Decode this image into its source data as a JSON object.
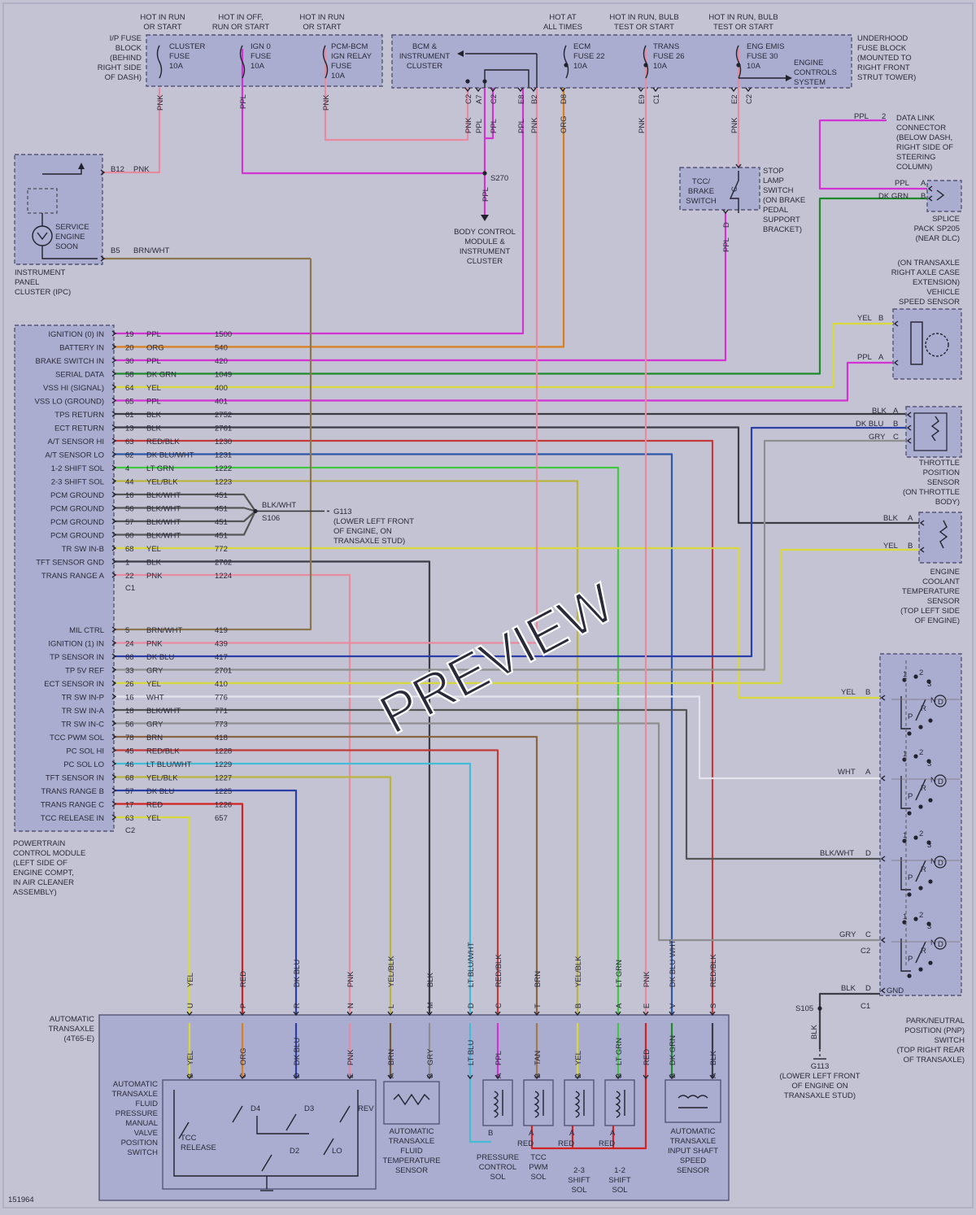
{
  "colors": {
    "PPL": "#d433d4",
    "PNK": "#e78c9e",
    "ORG": "#d9801a",
    "DKGRN": "#1f8a2a",
    "YEL": "#d8d83a",
    "BLK": "#3c3c46",
    "RED": "#d22222",
    "DKBLUWHT": "#2f59a6",
    "LTGRN": "#44c844",
    "YELBLK": "#bcb441",
    "BLKWHT": "#555555",
    "BRNWHT": "#8c7650",
    "DKBLU": "#2a3fa8",
    "GRY": "#8e8e8e",
    "WHT": "#e4e4ee",
    "BRN": "#8a6440",
    "REDBLK": "#c23a3a",
    "LTBLUWHT": "#44bcd8",
    "BRN2": "#7a5a30",
    "TAN": "#a07a4a"
  },
  "labels": {
    "fuse_hot1": "HOT IN RUN",
    "fuse_hot1b": "OR START",
    "fuse_hot2": "HOT IN OFF,",
    "fuse_hot2b": "RUN OR START",
    "fuse_hot3": "HOT IN RUN",
    "fuse_hot3b": "OR START",
    "fuse_hot4": "HOT AT",
    "fuse_hot4b": "ALL TIMES",
    "fuse_hot5": "HOT IN RUN, BULB",
    "fuse_hot5b": "TEST OR START",
    "fuse_hot6": "HOT IN RUN, BULB",
    "fuse_hot6b": "TEST OR START",
    "ip_fuse": [
      "I/P FUSE",
      "BLOCK",
      "(BEHIND",
      "RIGHT SIDE",
      "OF DASH)"
    ],
    "cluster_fuse": [
      "CLUSTER",
      "FUSE",
      "10A"
    ],
    "ign0_fuse": [
      "IGN 0",
      "FUSE",
      "10A"
    ],
    "pcm_bcm_fuse": [
      "PCM-BCM",
      "IGN RELAY",
      "FUSE",
      "10A"
    ],
    "bcm_cluster": [
      "BCM &",
      "INSTRUMENT",
      "CLUSTER"
    ],
    "ecm_fuse": [
      "ECM",
      "FUSE 22",
      "10A"
    ],
    "trans_fuse": [
      "TRANS",
      "FUSE 26",
      "10A"
    ],
    "eng_emis_fuse": [
      "ENG EMIS",
      "FUSE 30",
      "10A"
    ],
    "engine_controls": [
      "ENGINE",
      "CONTROLS",
      "SYSTEM"
    ],
    "underhood": [
      "UNDERHOOD",
      "FUSE BLOCK",
      "(MOUNTED TO",
      "RIGHT FRONT",
      "STRUT TOWER)"
    ],
    "ipc": [
      "INSTRUMENT",
      "PANEL",
      "CLUSTER (IPC)"
    ],
    "service_engine": [
      "SERVICE",
      "ENGINE",
      "SOON"
    ],
    "b12": "B12",
    "b5": "B5",
    "pnk": "PNK",
    "brnwht": "BRN/WHT",
    "s270": "S270",
    "body_control": [
      "BODY CONTROL",
      "MODULE &",
      "INSTRUMENT",
      "CLUSTER"
    ],
    "tcc_brake": [
      "TCC/",
      "BRAKE",
      "SWITCH"
    ],
    "stop_lamp": [
      "STOP",
      "LAMP",
      "SWITCH",
      "(ON BRAKE",
      "PEDAL",
      "SUPPORT",
      "BRACKET)"
    ],
    "dlc": [
      "DATA LINK",
      "CONNECTOR",
      "(BELOW DASH,",
      "RIGHT SIDE OF",
      "STEERING",
      "COLUMN)"
    ],
    "splice": [
      "SPLICE",
      "PACK SP205",
      "(NEAR DLC)"
    ],
    "vss": [
      "(ON TRANSAXLE",
      "RIGHT AXLE CASE",
      "EXTENSION)",
      "VEHICLE",
      "SPEED SENSOR"
    ],
    "tps": [
      "THROTTLE",
      "POSITION",
      "SENSOR",
      "(ON THROTTLE",
      "BODY)"
    ],
    "ect": [
      "ENGINE",
      "COOLANT",
      "TEMPERATURE",
      "SENSOR",
      "(TOP LEFT SIDE",
      "OF ENGINE)"
    ],
    "pnp": [
      "PARK/NEUTRAL",
      "POSITION (PNP)",
      "SWITCH",
      "(TOP RIGHT REAR",
      "OF TRANSAXLE)"
    ],
    "g113_top": [
      "G113",
      "(LOWER LEFT FRONT",
      "OF ENGINE, ON",
      "TRANSAXLE STUD)"
    ],
    "g113_bot": [
      "G113",
      "(LOWER LEFT FRONT",
      "OF ENGINE ON",
      "TRANSAXLE STUD)"
    ],
    "s106": "S106",
    "s105": "S105",
    "pcm": [
      "POWERTRAIN",
      "CONTROL MODULE",
      "(LEFT SIDE OF",
      "ENGINE COMPT,",
      "IN AIR CLEANER",
      "ASSEMBLY)"
    ],
    "c1": "C1",
    "c2": "C2",
    "gnd": "GND",
    "auto_trans": [
      "AUTOMATIC",
      "TRANSAXLE",
      "(4T65-E)"
    ],
    "atfp": [
      "AUTOMATIC",
      "TRANSAXLE",
      "FLUID",
      "PRESSURE",
      "MANUAL",
      "VALVE",
      "POSITION",
      "SWITCH"
    ],
    "tcc_release": [
      "TCC",
      "RELEASE"
    ],
    "d4": "D4",
    "d3": "D3",
    "d2": "D2",
    "lo": "LO",
    "rev": "REV",
    "atft": [
      "AUTOMATIC",
      "TRANSAXLE",
      "FLUID",
      "TEMPERATURE",
      "SENSOR"
    ],
    "pc_sol": [
      "PRESSURE",
      "CONTROL",
      "SOL"
    ],
    "tcc_pwm": [
      "TCC",
      "PWM",
      "SOL"
    ],
    "shift23": [
      "2-3",
      "SHIFT",
      "SOL"
    ],
    "shift12": [
      "1-2",
      "SHIFT",
      "SOL"
    ],
    "atiss": [
      "AUTOMATIC",
      "TRANSAXLE",
      "INPUT SHAFT",
      "SPEED",
      "SENSOR"
    ],
    "watermark": "PREVIEW",
    "diagram_id": "151964"
  },
  "pcm_rows": [
    {
      "label": "IGNITION (0) IN",
      "pin": "19",
      "color": "PPL",
      "circuit": "1500"
    },
    {
      "label": "BATTERY IN",
      "pin": "20",
      "color": "ORG",
      "circuit": "540"
    },
    {
      "label": "BRAKE SWITCH IN",
      "pin": "30",
      "color": "PPL",
      "circuit": "420"
    },
    {
      "label": "SERIAL DATA",
      "pin": "58",
      "color": "DK GRN",
      "circuit": "1049"
    },
    {
      "label": "VSS HI (SIGNAL)",
      "pin": "64",
      "color": "YEL",
      "circuit": "400"
    },
    {
      "label": "VSS LO (GROUND)",
      "pin": "65",
      "color": "PPL",
      "circuit": "401"
    },
    {
      "label": "TPS RETURN",
      "pin": "61",
      "color": "BLK",
      "circuit": "2752"
    },
    {
      "label": "ECT RETURN",
      "pin": "13",
      "color": "BLK",
      "circuit": "2761"
    },
    {
      "label": "A/T SENSOR HI",
      "pin": "63",
      "color": "RED/BLK",
      "circuit": "1230"
    },
    {
      "label": "A/T SENSOR LO",
      "pin": "62",
      "color": "DK BLU/WHT",
      "circuit": "1231"
    },
    {
      "label": "1-2 SHIFT SOL",
      "pin": "4",
      "color": "LT GRN",
      "circuit": "1222"
    },
    {
      "label": "2-3 SHIFT SOL",
      "pin": "44",
      "color": "YEL/BLK",
      "circuit": "1223"
    },
    {
      "label": "PCM GROUND",
      "pin": "16",
      "color": "BLK/WHT",
      "circuit": "451"
    },
    {
      "label": "PCM GROUND",
      "pin": "56",
      "color": "BLK/WHT",
      "circuit": "451"
    },
    {
      "label": "PCM GROUND",
      "pin": "57",
      "color": "BLK/WHT",
      "circuit": "451"
    },
    {
      "label": "PCM GROUND",
      "pin": "60",
      "color": "BLK/WHT",
      "circuit": "451"
    },
    {
      "label": "TR SW IN-B",
      "pin": "68",
      "color": "YEL",
      "circuit": "772"
    },
    {
      "label": "TFT SENSOR GND",
      "pin": "1",
      "color": "BLK",
      "circuit": "2762"
    },
    {
      "label": "TRANS RANGE A",
      "pin": "22",
      "color": "PNK",
      "circuit": "1224"
    },
    {
      "label": "MIL CTRL",
      "pin": "5",
      "color": "BRN/WHT",
      "circuit": "419"
    },
    {
      "label": "IGNITION (1) IN",
      "pin": "24",
      "color": "PNK",
      "circuit": "439"
    },
    {
      "label": "TP SENSOR IN",
      "pin": "66",
      "color": "DK BLU",
      "circuit": "417"
    },
    {
      "label": "TP 5V REF",
      "pin": "33",
      "color": "GRY",
      "circuit": "2701"
    },
    {
      "label": "ECT SENSOR IN",
      "pin": "26",
      "color": "YEL",
      "circuit": "410"
    },
    {
      "label": "TR SW IN-P",
      "pin": "16",
      "color": "WHT",
      "circuit": "776"
    },
    {
      "label": "TR SW IN-A",
      "pin": "18",
      "color": "BLK/WHT",
      "circuit": "771"
    },
    {
      "label": "TR SW IN-C",
      "pin": "56",
      "color": "GRY",
      "circuit": "773"
    },
    {
      "label": "TCC PWM SOL",
      "pin": "78",
      "color": "BRN",
      "circuit": "418"
    },
    {
      "label": "PC SOL HI",
      "pin": "45",
      "color": "RED/BLK",
      "circuit": "1228"
    },
    {
      "label": "PC SOL LO",
      "pin": "46",
      "color": "LT BLU/WHT",
      "circuit": "1229"
    },
    {
      "label": "TFT SENSOR IN",
      "pin": "68",
      "color": "YEL/BLK",
      "circuit": "1227"
    },
    {
      "label": "TRANS RANGE B",
      "pin": "57",
      "color": "DK BLU",
      "circuit": "1225"
    },
    {
      "label": "TRANS RANGE C",
      "pin": "17",
      "color": "RED",
      "circuit": "1226"
    },
    {
      "label": "TCC RELEASE IN",
      "pin": "63",
      "color": "YEL",
      "circuit": "657"
    }
  ],
  "top_conn": [
    {
      "pin": "C2",
      "color": "PNK"
    },
    {
      "pin": "A7",
      "color": "PPL"
    },
    {
      "pin": "C2",
      "color": "PPL"
    },
    {
      "pin": "E8",
      "color": "PPL"
    },
    {
      "pin": "B2",
      "color": "PNK"
    },
    {
      "pin": "D8",
      "color": "ORG"
    },
    {
      "pin": "E9",
      "color": "PNK"
    },
    {
      "pin": "C1",
      "color": ""
    },
    {
      "pin": "E2",
      "color": "PNK"
    },
    {
      "pin": "C2",
      "color": ""
    }
  ],
  "trans_conn": [
    {
      "pin": "U",
      "color": "YEL"
    },
    {
      "pin": "P",
      "color": "RED"
    },
    {
      "pin": "R",
      "color": "DK BLU"
    },
    {
      "pin": "N",
      "color": "PNK"
    },
    {
      "pin": "L",
      "color": "YEL/BLK"
    },
    {
      "pin": "M",
      "color": "BLK"
    },
    {
      "pin": "D",
      "color": "LT BLU/WHT"
    },
    {
      "pin": "C",
      "color": "RED/BLK"
    },
    {
      "pin": "T",
      "color": "BRN"
    },
    {
      "pin": "B",
      "color": "YEL/BLK"
    },
    {
      "pin": "A",
      "color": "LT GRN"
    },
    {
      "pin": "E",
      "color": "PNK"
    },
    {
      "pin": "V",
      "color": "DK BLU WHT"
    },
    {
      "pin": "S",
      "color": "RED/BLK"
    }
  ],
  "inner_conn": [
    {
      "pin": "B",
      "color": "YEL"
    },
    {
      "pin": "C",
      "color": "ORG"
    },
    {
      "pin": "D",
      "color": "DK BLU"
    },
    {
      "pin": "E",
      "color": "PNK"
    },
    {
      "pin": "A",
      "color": "BRN"
    },
    {
      "pin": "B",
      "color": "GRY"
    },
    {
      "pin": "",
      "color": "LT BLU"
    },
    {
      "pin": "A",
      "color": "PPL"
    },
    {
      "pin": "B",
      "color": "TAN"
    },
    {
      "pin": "B",
      "color": "YEL"
    },
    {
      "pin": "B",
      "color": "LT GRN"
    },
    {
      "pin": "",
      "color": "RED"
    },
    {
      "pin": "B",
      "color": "DK GRN"
    },
    {
      "pin": "A",
      "color": "BLK"
    }
  ],
  "misc": {
    "ppl": "PPL",
    "dkgrn": "DK GRN",
    "yel": "YEL",
    "blk": "BLK",
    "dkblu": "DK BLU",
    "gry": "GRY",
    "wht": "WHT",
    "blkwht": "BLK/WHT",
    "red": "RED",
    "pin2": "2",
    "pinA": "A",
    "pinB": "B",
    "pinC": "C",
    "pinD": "D",
    "pnpP": "P",
    "pnpR": "R",
    "pnpN": "N",
    "pnpD": "D",
    "pnp1": "1",
    "pnp2": "2",
    "pnp3": "3"
  }
}
